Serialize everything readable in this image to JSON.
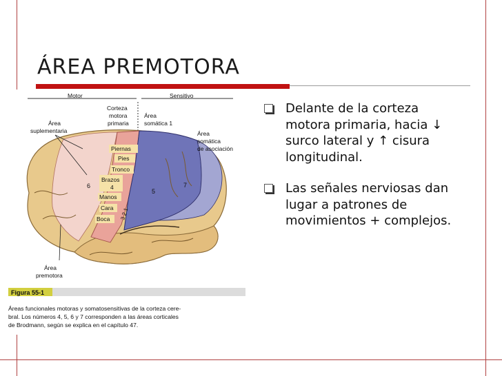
{
  "slide": {
    "title": "ÁREA PREMOTORA",
    "bullets": [
      "Delante de la corteza motora primaria, hacia ↓ surco lateral y ↑ cisura longitudinal.",
      "Las señales nerviosas dan lugar a patrones de movimientos + complejos."
    ]
  },
  "figure": {
    "header_left": "Motor",
    "header_right": "Sensitivo",
    "labels": {
      "area_suplementaria_1": "Área",
      "area_suplementaria_2": "suplementaria",
      "corteza_1": "Corteza",
      "corteza_2": "motora",
      "corteza_3": "primaria",
      "somatica_1": "Área",
      "somatica_2": "somática 1",
      "asociacion_1": "Área",
      "asociacion_2": "somática",
      "asociacion_3": "de asociación",
      "piernas": "Piernas",
      "pies": "Pies",
      "tronco": "Tronco",
      "brazos": "Brazos",
      "cuatro": "4",
      "manos": "Manos",
      "cara": "Cara",
      "boca": "Boca",
      "seis": "6",
      "cinco": "5",
      "siete": "7",
      "tres_dos_uno": "3 2 1",
      "premotora_1": "Área",
      "premotora_2": "premotora"
    },
    "figure_tag": "Figura 55-1",
    "caption": [
      "Áreas funcionales motoras y somatosensitivas de la corteza cere-",
      "bral. Los números 4, 5, 6 y 7 corresponden a las áreas corticales",
      "de Brodmann, según se explica en el capítulo 47."
    ],
    "colors": {
      "brain": "#e8c98c",
      "premotor": "#f3d4cc",
      "motor": "#e9a39a",
      "sensory": "#6f74b8",
      "association": "#a3a6d2",
      "tag_bg": "#d2cf3f"
    }
  }
}
